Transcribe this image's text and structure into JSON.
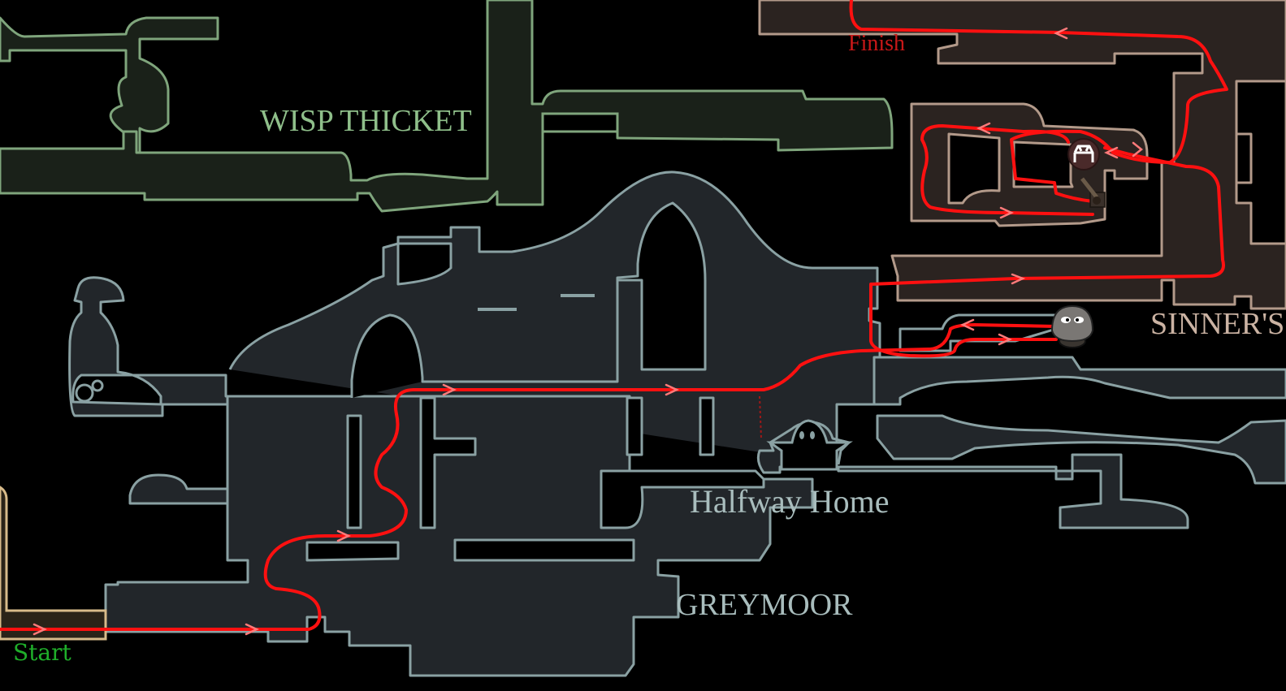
{
  "map": {
    "title": "Wisp Thicket to Sinner's Road route via Greymoor",
    "colors": {
      "background": "#000000",
      "wisp_thicket": "#7fa57c",
      "greymoor": "#8aa1a3",
      "sinners_road": "#b39a8a",
      "route": "#ff1010",
      "start_label": "#1fae2a",
      "finish_label": "#c81818"
    },
    "areas": [
      {
        "name": "WISP THICKET",
        "color": "#8fbf8a"
      },
      {
        "name": "Halfway Home",
        "color": "#a9bdbd"
      },
      {
        "name": "GREYMOOR",
        "color": "#a9bdbd"
      },
      {
        "name": "SINNER'S",
        "color": "#cbb3a3"
      }
    ],
    "route": {
      "start_label": "Start",
      "finish_label": "Finish"
    },
    "markers": [
      {
        "icon": "bench-icon",
        "label": "Bench"
      },
      {
        "icon": "npc-icon",
        "label": "NPC"
      },
      {
        "icon": "cannon-icon",
        "label": "Cannon / Lever"
      },
      {
        "icon": "halfway-home-icon",
        "label": "Halfway Home"
      }
    ]
  }
}
